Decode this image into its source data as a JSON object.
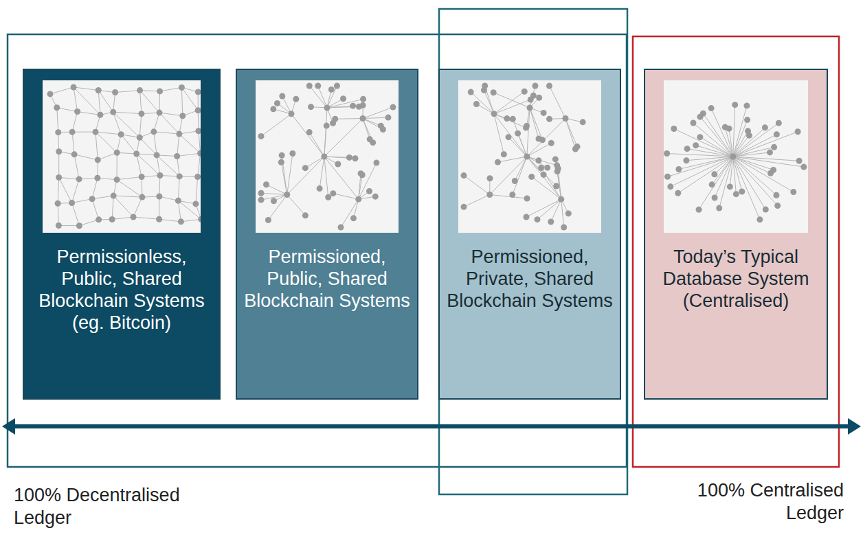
{
  "diagram": {
    "nodes": [
      {
        "text": [
          "Permissionless, Public, Shared Blockchain Systems (eg. Bitcoin)"
        ]
      },
      {
        "text": [
          "Permissioned, Public, Shared Blockchain Systems"
        ]
      },
      {
        "text": [
          "Permissioned, Private, Shared Blockchain Systems"
        ]
      },
      {
        "text": [
          "Today’s Typical Database System (Centralised)"
        ]
      }
    ],
    "labels": [
      "100% Decentralised Ledger",
      "100% Centralised Ledger"
    ]
  }
}
